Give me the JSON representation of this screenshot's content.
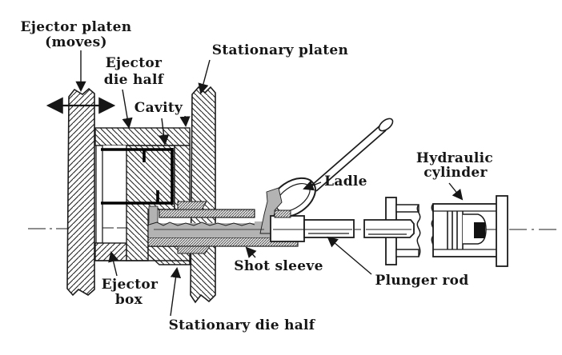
{
  "figure": {
    "type": "technical-diagram",
    "subject": "Cold-chamber die casting machine cross-section",
    "colors": {
      "ink": "#1c1c1c",
      "molten_metal": "#b3b3b3",
      "paper": "#ffffff"
    },
    "labels": {
      "ejector_platen": {
        "line1": "Ejector platen",
        "line2": "(moves)"
      },
      "ejector_die_half": {
        "line1": "Ejector",
        "line2": "die half"
      },
      "cavity": {
        "text": "Cavity"
      },
      "stationary_platen": {
        "text": "Stationary platen"
      },
      "ladle": {
        "text": "Ladle"
      },
      "hydraulic_cylinder": {
        "line1": "Hydraulic",
        "line2": "cylinder"
      },
      "shot_sleeve": {
        "text": "Shot sleeve"
      },
      "plunger_rod": {
        "text": "Plunger rod"
      },
      "ejector_box": {
        "line1": "Ejector",
        "line2": "box"
      },
      "stationary_die_half": {
        "text": "Stationary die half"
      }
    }
  }
}
